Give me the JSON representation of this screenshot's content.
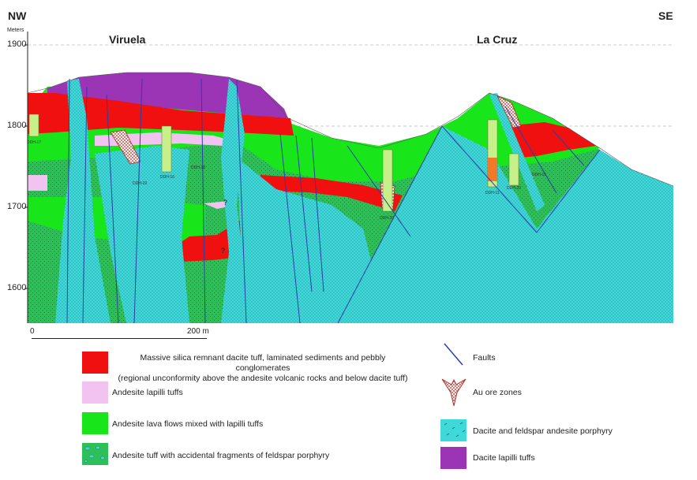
{
  "orientation": {
    "left": "NW",
    "right": "SE"
  },
  "locations": [
    "Viruela",
    "La Cruz"
  ],
  "elevation_axis": {
    "unit_label": "Meters",
    "ticks": [
      "1900",
      "1800",
      "1700",
      "1600"
    ]
  },
  "scale_bar": {
    "start": "0",
    "end": "200 m"
  },
  "drill_holes": [
    "DDH-17",
    "DDH-19",
    "DDH-16",
    "DDH-18",
    "DDH-20",
    "DDH-11",
    "DDH-20",
    "DDH-15"
  ],
  "question_marks": [
    "?",
    "?"
  ],
  "legend": {
    "silica": [
      "Massive silica remnant dacite tuff, laminated sediments and pebbly conglomerates",
      "(regional unconformity above the andesite volcanic rocks and below dacite tuff)"
    ],
    "lapilli": "Andesite lapilli tuffs",
    "lava": "Andesite lava flows mixed with lapilli tuffs",
    "tuff_fragments": "Andesite tuff with accidental fragments of feldspar porphyry",
    "faults": "Faults",
    "au_ore": "Au ore zones",
    "porphyry": "Dacite and feldspar andesite porphyry",
    "dacite_lapilli": "Dacite lapilli tuffs"
  },
  "colors": {
    "silica": "#f01010",
    "lapilli": "#f2c3f0",
    "lava": "#19e61a",
    "tuff_fragments": "#2fbf58",
    "porphyry": "#3fd9d9",
    "dacite_lapilli": "#9b35b6",
    "fault": "#2a3fa8"
  }
}
